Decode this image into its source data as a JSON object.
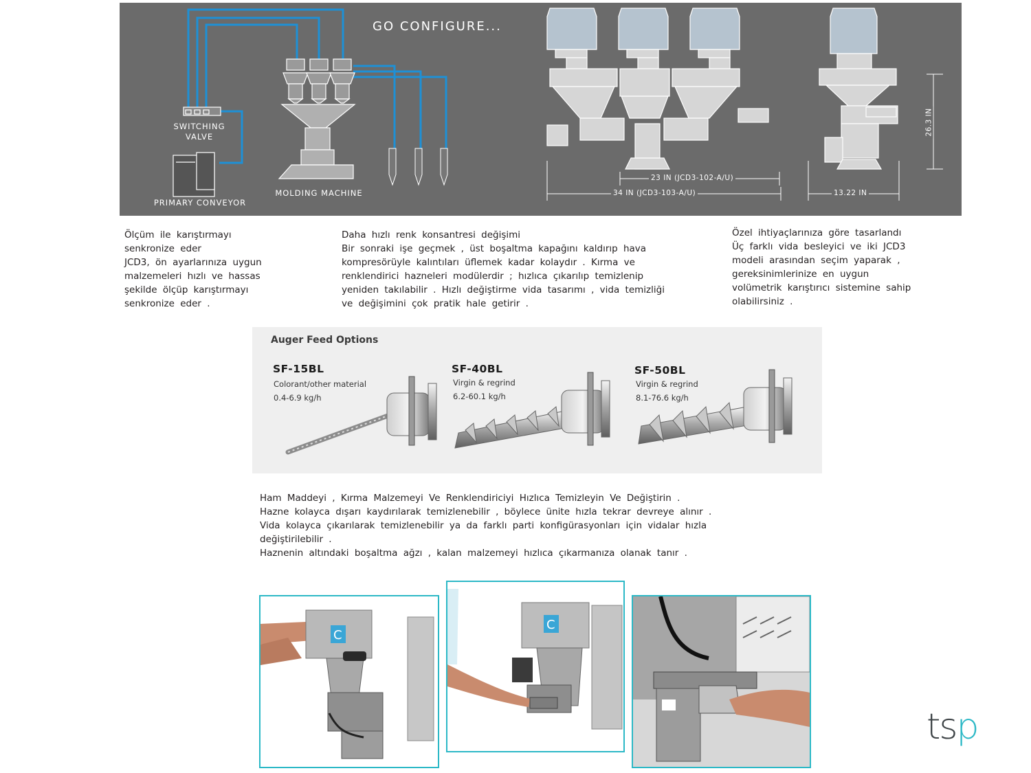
{
  "diagram": {
    "title": "GO CONFIGURE...",
    "labels": {
      "switching_valve": "SWITCHING\nVALVE",
      "primary_conveyor": "PRIMARY CONVEYOR",
      "molding_machine": "MOLDING MACHINE"
    },
    "dimensions": {
      "width_102": "23 IN (JCD3-102-A/U)",
      "width_103": "34 IN (JCD3-103-A/U)",
      "depth": "13.22 IN",
      "height": "26.3 IN"
    }
  },
  "columns": [
    {
      "lines": [
        "Ölçüm  ile karıştırmayı",
        "senkronize   eder",
        "JCD3, ön ayarlarınıza   uygun",
        "malzemeleri   hızlı ve hassas",
        "şekilde ölçüp karıştırmayı",
        "senkronize   eder ."
      ]
    },
    {
      "lines": [
        "Daha hızlı renk konsantresi    değişimi",
        "Bir sonraki işe geçmek , üst boşaltma  kapağını  kaldırıp  hava",
        "kompresörüyle   kalıntıları  üflemek  kadar kolaydır . Kırma  ve",
        "renklendirici   hazneleri  modülerdir ; hızlıca çıkarılıp  temizlenip",
        "yeniden  takılabilir  . Hızlı değiştirme   vida tasarımı  , vida temizliği",
        "ve değişimini   çok pratik hale getirir ."
      ]
    },
    {
      "lines": [
        "Özel ihtiyaçlarınıza    göre tasarlandı",
        "Üç farklı vida besleyici  ve iki JCD3",
        "modeli arasından   seçim yaparak  ,",
        "gereksinimlerinize    en uygun",
        "volümetrik  karıştırıcı  sistemine  sahip",
        "olabilirsiniz  ."
      ]
    }
  ],
  "auger_panel": {
    "title": "Auger Feed Options",
    "options": [
      {
        "model": "SF-15BL",
        "desc": "Colorant/other material",
        "rate": "0.4-6.9 kg/h"
      },
      {
        "model": "SF-40BL",
        "desc": "Virgin & regrind",
        "rate": "6.2-60.1 kg/h"
      },
      {
        "model": "SF-50BL",
        "desc": "Virgin & regrind",
        "rate": "8.1-76.6 kg/h"
      }
    ]
  },
  "bottom_text": {
    "lines": [
      "Ham Maddeyi  , Kırma  Malzemeyi   Ve Renklendiriciyi    Hızlıca  Temizleyin   Ve Değiştirin  .",
      "Hazne kolayca  dışarı kaydırılarak   temizlenebilir  , böylece  ünite hızla tekrar devreye  alınır .",
      "Vida kolayca  çıkarılarak   temizlenebilir   ya da farklı parti konfigürasyonları    için vidalar  hızla",
      "değiştirilebilir  .",
      "Haznenin  altındaki  boşaltma   ağzı , kalan malzemeyi   hızlıca çıkarmanıza   olanak tanır ."
    ]
  },
  "photos": [
    {
      "name": "photo-hopper-removal"
    },
    {
      "name": "photo-auger-removal"
    },
    {
      "name": "photo-discharge-chute"
    }
  ],
  "logo": {
    "text_dark": "ts",
    "text_accent": "p"
  },
  "colors": {
    "accent": "#2bb8c6",
    "diagram_bg": "#6b6b6b",
    "pipe": "#1e90d6",
    "logo_dark": "#3d4346"
  }
}
